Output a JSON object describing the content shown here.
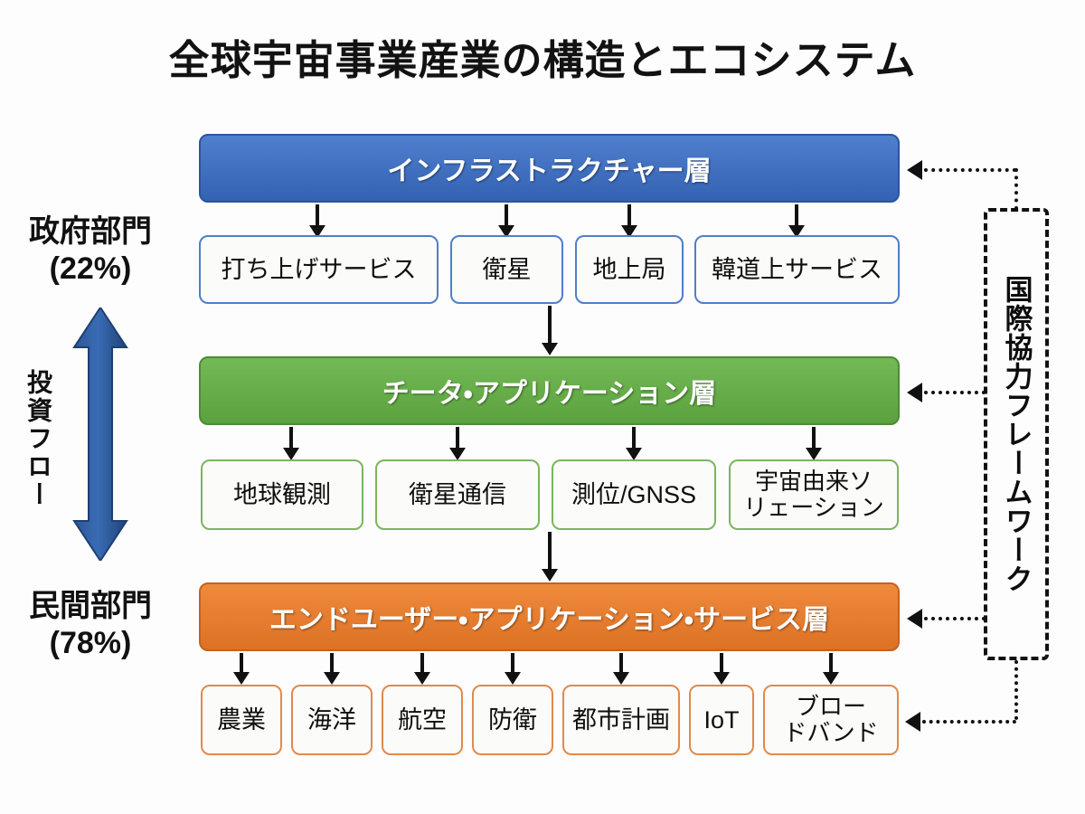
{
  "page": {
    "title": "全球宇宙事業産業の構造とエコシステム",
    "background_color": "#fdfdfd"
  },
  "colors": {
    "infrastructure": "#3462b4",
    "data_application": "#5ba23f",
    "end_user": "#dd7124",
    "investment_arrow": "#2f5ba6",
    "text": "#111111"
  },
  "layers": {
    "infrastructure": {
      "label": "インフラストラクチャー層",
      "children": [
        {
          "label": "打ち上げサービス"
        },
        {
          "label": "衛星"
        },
        {
          "label": "地上局"
        },
        {
          "label": "韓道上サービス"
        }
      ]
    },
    "data_application": {
      "label": "チータ・アプリケーション層",
      "children": [
        {
          "label": "地球観測"
        },
        {
          "label": "衛星通信"
        },
        {
          "label": "測位/GNSS"
        },
        {
          "label": "宇宙由来ソ\nリェーション"
        }
      ]
    },
    "end_user": {
      "label": "エンドユーザー・アプリケーション・サービス層",
      "children": [
        {
          "label": "農業"
        },
        {
          "label": "海洋"
        },
        {
          "label": "航空"
        },
        {
          "label": "防衛"
        },
        {
          "label": "都市計画"
        },
        {
          "label": "IoT"
        },
        {
          "label": "ブロー\nドバンド"
        }
      ]
    }
  },
  "investment": {
    "top_label": "政府部門\n(22%)",
    "bottom_label": "民間部門\n(78%)",
    "flow_label": "投資フロー",
    "government_share": "22%",
    "private_share": "78%"
  },
  "framework": {
    "label": "国際協力フレームワーク",
    "style": "dashed",
    "connects_to": [
      "インフラストラクチャー層",
      "チータ・アプリケーション層",
      "エンドユーザー・アプリケーション・サービス層",
      "ブロードバンド"
    ]
  }
}
